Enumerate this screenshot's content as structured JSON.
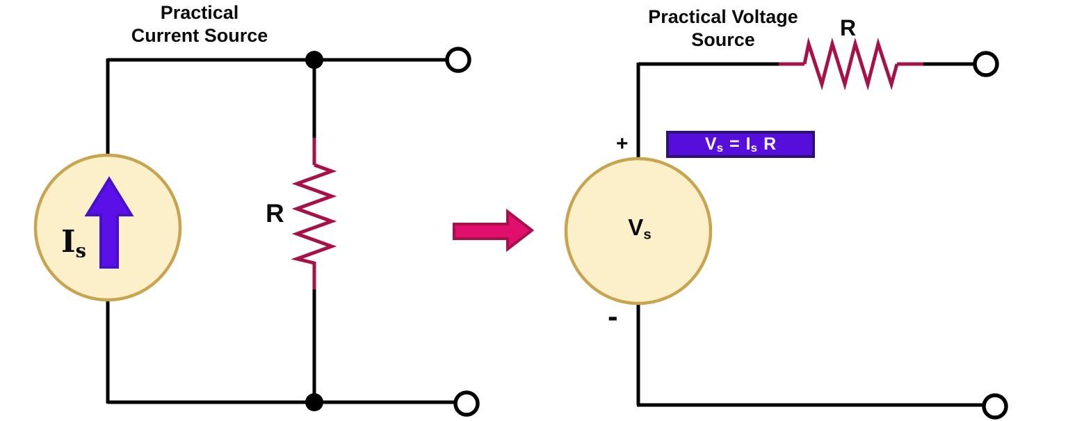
{
  "left_circuit": {
    "title_line1": "Practical",
    "title_line2": "Current Source",
    "source_label_main": "I",
    "source_label_sub": "s",
    "resistor_label": "R"
  },
  "right_circuit": {
    "title_line1": "Practical Voltage",
    "title_line2": "Source",
    "source_label_main": "V",
    "source_label_sub": "s",
    "resistor_label": "R",
    "plus_sign": "+",
    "minus_sign": "-",
    "formula": {
      "lhs_main": "V",
      "lhs_sub": "s",
      "equals": "=",
      "rhs_main": "I",
      "rhs_sub": "s",
      "rhs_r": "R"
    }
  },
  "colors": {
    "wire": "#000000",
    "resistor": "#a8104a",
    "source_fill": "#fbf0c9",
    "source_border": "#c8a44f",
    "current_arrow_fill": "#5a10e6",
    "current_arrow_border": "#4612c8",
    "transform_arrow_fill": "#e00f6e",
    "transform_arrow_border": "#a81048",
    "formula_box_fill": "#560edc",
    "formula_box_border": "#2e1272",
    "formula_text": "#fff7ef"
  }
}
